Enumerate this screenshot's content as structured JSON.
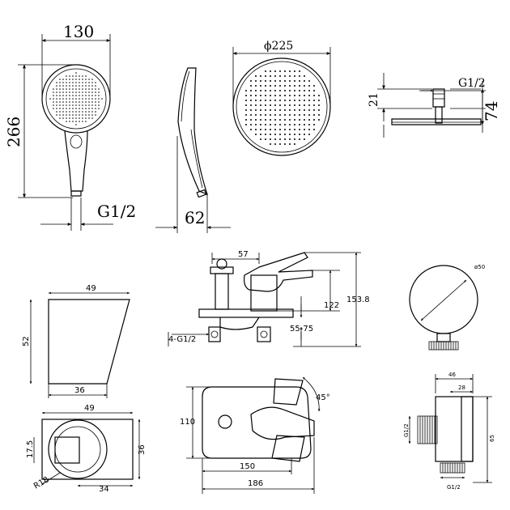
{
  "handshower": {
    "width_label": "130",
    "height_label": "266",
    "connection_label": "G1/2",
    "depth_label": "62"
  },
  "rainhead": {
    "diameter_label": "ϕ225"
  },
  "arm": {
    "connection_label": "G1/2",
    "height_small_label": "21",
    "height_total_label": "74"
  },
  "holder": {
    "top_label": "49",
    "height_label": "52",
    "bottom_label": "36",
    "plan_top_label": "49",
    "plan_offset_label": "17.5",
    "plan_height_label": "36",
    "plan_bottom_label": "34",
    "plan_radius_label": "R18"
  },
  "mixer_side": {
    "top_label": "57",
    "height_label": "122",
    "total_height_label": "153.8",
    "depth_range_label": "55-75",
    "connections_label": "4-G1/2"
  },
  "mixer_front": {
    "height_label": "110",
    "angle_label": "45°",
    "width_inner_label": "150",
    "width_total_label": "186"
  },
  "outlet_round": {
    "diameter_label": "ø50"
  },
  "outlet_side": {
    "width_label": "46",
    "inner_width_label": "28",
    "thread_label": "G1/2",
    "height_label": "65",
    "bottom_thread_label": "G1/2"
  }
}
